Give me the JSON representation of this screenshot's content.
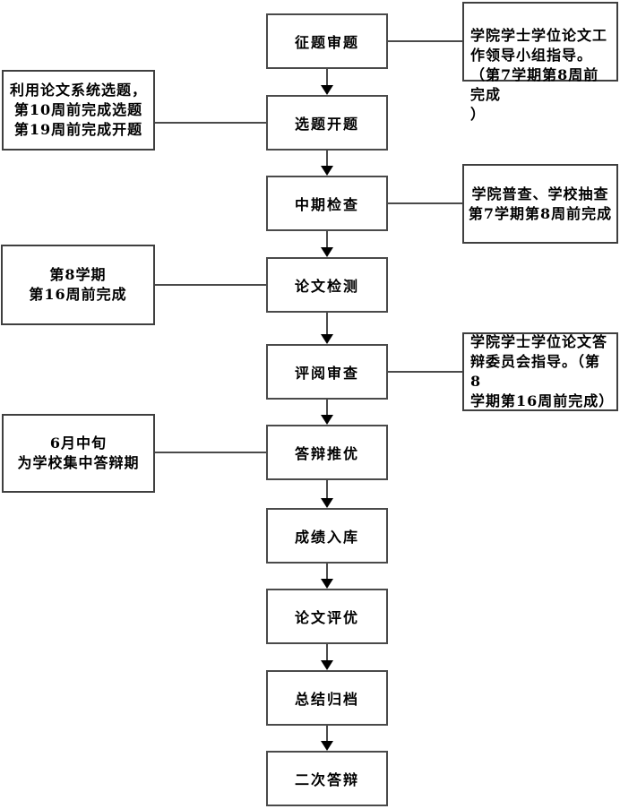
{
  "diagram_type": "flowchart",
  "flow": {
    "steps": [
      "征题审题",
      "选题开题",
      "中期检查",
      "论文检测",
      "评阅审查",
      "答辩推优",
      "成绩入库",
      "论文评优",
      "总结归档",
      "二次答辩"
    ]
  },
  "annotations": [
    {
      "side": "right",
      "attached_step": "征题审题",
      "text": "学院学士学位论文工\n作领导小组指导。\n（第7学期第8周前完成\n）"
    },
    {
      "side": "left",
      "attached_step": "选题开题",
      "text": "利用论文系统选题，\n第10周前完成选题\n第19周前完成开题"
    },
    {
      "side": "right",
      "attached_step": "中期检查",
      "text": "学院普查、学校抽查\n第7学期第8周前完成"
    },
    {
      "side": "left",
      "attached_step": "论文检测",
      "text": "第8学期\n第16周前完成"
    },
    {
      "side": "right",
      "attached_step": "评阅审查",
      "text": "学院学士学位论文答\n辩委员会指导。（第8\n学期第16周前完成）"
    },
    {
      "side": "left",
      "attached_step": "答辩推优",
      "text": "6月中旬\n为学校集中答辩期"
    }
  ],
  "colors": {
    "background": "#ffffff",
    "box_border": "#4a4a4a",
    "connector_line": "#4a4a4a",
    "arrowhead": "#000000",
    "text": "#000000"
  }
}
